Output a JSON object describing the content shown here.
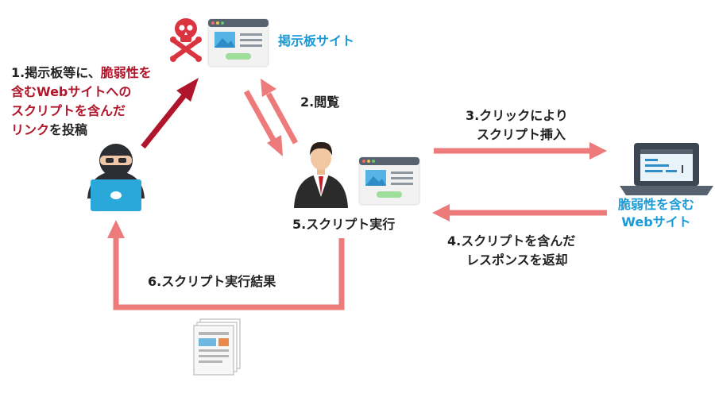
{
  "diagram": {
    "colors": {
      "flow_arrow": "#ee7b7b",
      "attack_arrow": "#b0152b",
      "accent_blue": "#1a9ad6",
      "highlight_red": "#b0152b",
      "skull": "#d9343f"
    },
    "nodes": {
      "bbs": {
        "label": "掲示板サイト",
        "icons": [
          "skull-crossbones-icon",
          "website-window-icon"
        ]
      },
      "attacker": {
        "icon": "hacker-with-laptop-icon"
      },
      "user": {
        "label": "5.スクリプト実行",
        "icons": [
          "businessman-icon",
          "website-window-icon"
        ]
      },
      "vulnerable_site": {
        "label_line1": "脆弱性を含む",
        "label_line2": "Webサイト",
        "icon": "laptop-icon"
      },
      "result": {
        "icon": "documents-icon"
      }
    },
    "steps": {
      "step1": {
        "line1_a": "1.掲示板等に、",
        "line1_b": "脆弱性を",
        "line2": "含むWebサイトへの",
        "line3": "スクリプトを含んだ",
        "line4_a": "リンク",
        "line4_b": "を投稿"
      },
      "step2": "2.閲覧",
      "step3": {
        "line1": "3.クリックにより",
        "line2": "スクリプト挿入"
      },
      "step4": {
        "line1": "4.スクリプトを含んだ",
        "line2": "レスポンスを返却"
      },
      "step6": "6.スクリプト実行結果"
    }
  }
}
